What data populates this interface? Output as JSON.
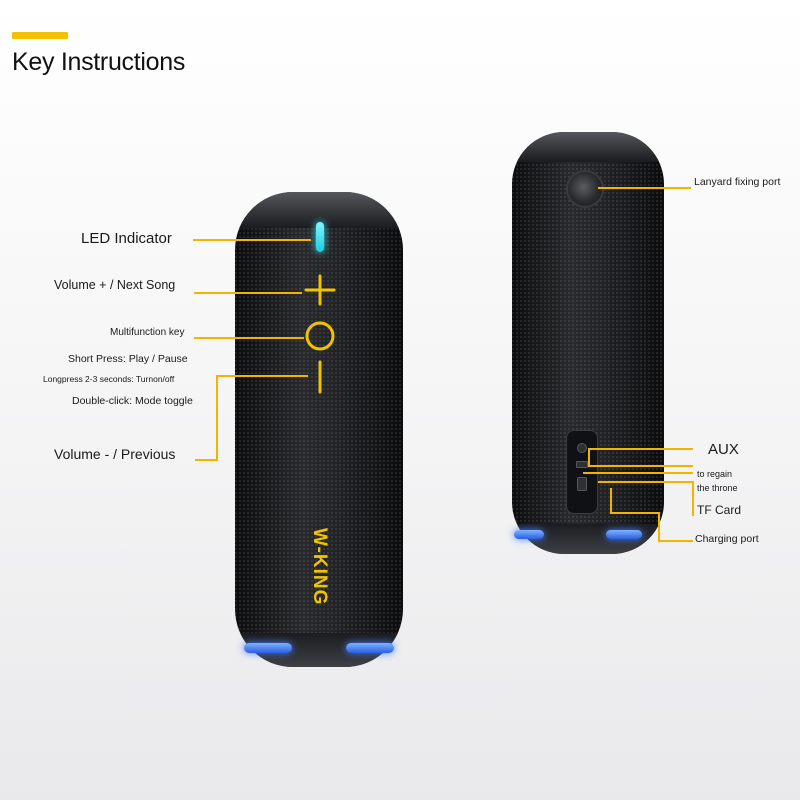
{
  "header": {
    "title": "Key Instructions"
  },
  "front_labels": {
    "led": "LED Indicator",
    "vol_plus": "Volume + / Next Song",
    "multifunction": "Multifunction key",
    "short_press": "Short Press: Play / Pause",
    "long_press": "Longpress 2-3 seconds: Turnon/off",
    "double_click": "Double-click: Mode toggle",
    "vol_minus": "Volume - / Previous"
  },
  "back_labels": {
    "lanyard": "Lanyard fixing port",
    "aux": "AUX",
    "regain_line1": "to regain",
    "regain_line2": "the throne",
    "tf_card": "TF Card",
    "charging": "Charging port"
  },
  "brand": {
    "text": "W-KING"
  },
  "colors": {
    "accent": "#f2b400",
    "led": "#2fe0f2",
    "bottom_light": "#3a6df0"
  }
}
